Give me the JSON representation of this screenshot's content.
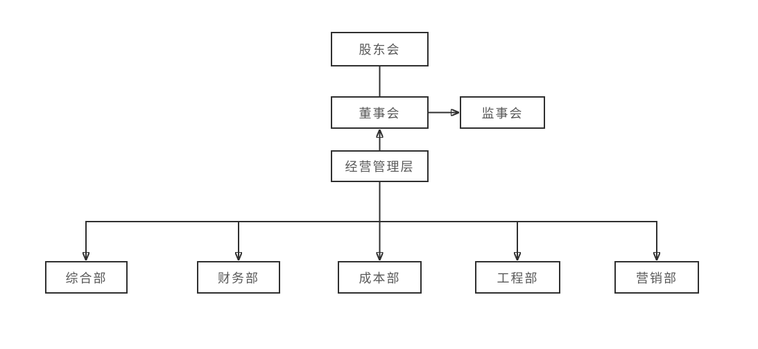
{
  "diagram": {
    "type": "org-chart",
    "colors": {
      "background": "#ffffff",
      "line": "#2f2f2f",
      "box_border": "#2f2f2f",
      "text": "#595959"
    },
    "nodes": [
      {
        "id": "shareholders-meeting",
        "label": "股东会"
      },
      {
        "id": "board-of-directors",
        "label": "董事会"
      },
      {
        "id": "supervisory-board",
        "label": "监事会"
      },
      {
        "id": "management-level",
        "label": "经营管理层"
      },
      {
        "id": "general-department",
        "label": "综合部"
      },
      {
        "id": "finance-department",
        "label": "财务部"
      },
      {
        "id": "cost-department",
        "label": "成本部"
      },
      {
        "id": "engineering-department",
        "label": "工程部"
      },
      {
        "id": "marketing-department",
        "label": "营销部"
      }
    ],
    "edges": [
      {
        "from": "shareholders-meeting",
        "to": "board-of-directors",
        "arrow": "none"
      },
      {
        "from": "board-of-directors",
        "to": "supervisory-board",
        "arrow": "to"
      },
      {
        "from": "management-level",
        "to": "board-of-directors",
        "arrow": "to"
      },
      {
        "from": "management-level",
        "to": "general-department",
        "arrow": "to"
      },
      {
        "from": "management-level",
        "to": "finance-department",
        "arrow": "to"
      },
      {
        "from": "management-level",
        "to": "cost-department",
        "arrow": "to"
      },
      {
        "from": "management-level",
        "to": "engineering-department",
        "arrow": "to"
      },
      {
        "from": "management-level",
        "to": "marketing-department",
        "arrow": "to"
      }
    ]
  }
}
